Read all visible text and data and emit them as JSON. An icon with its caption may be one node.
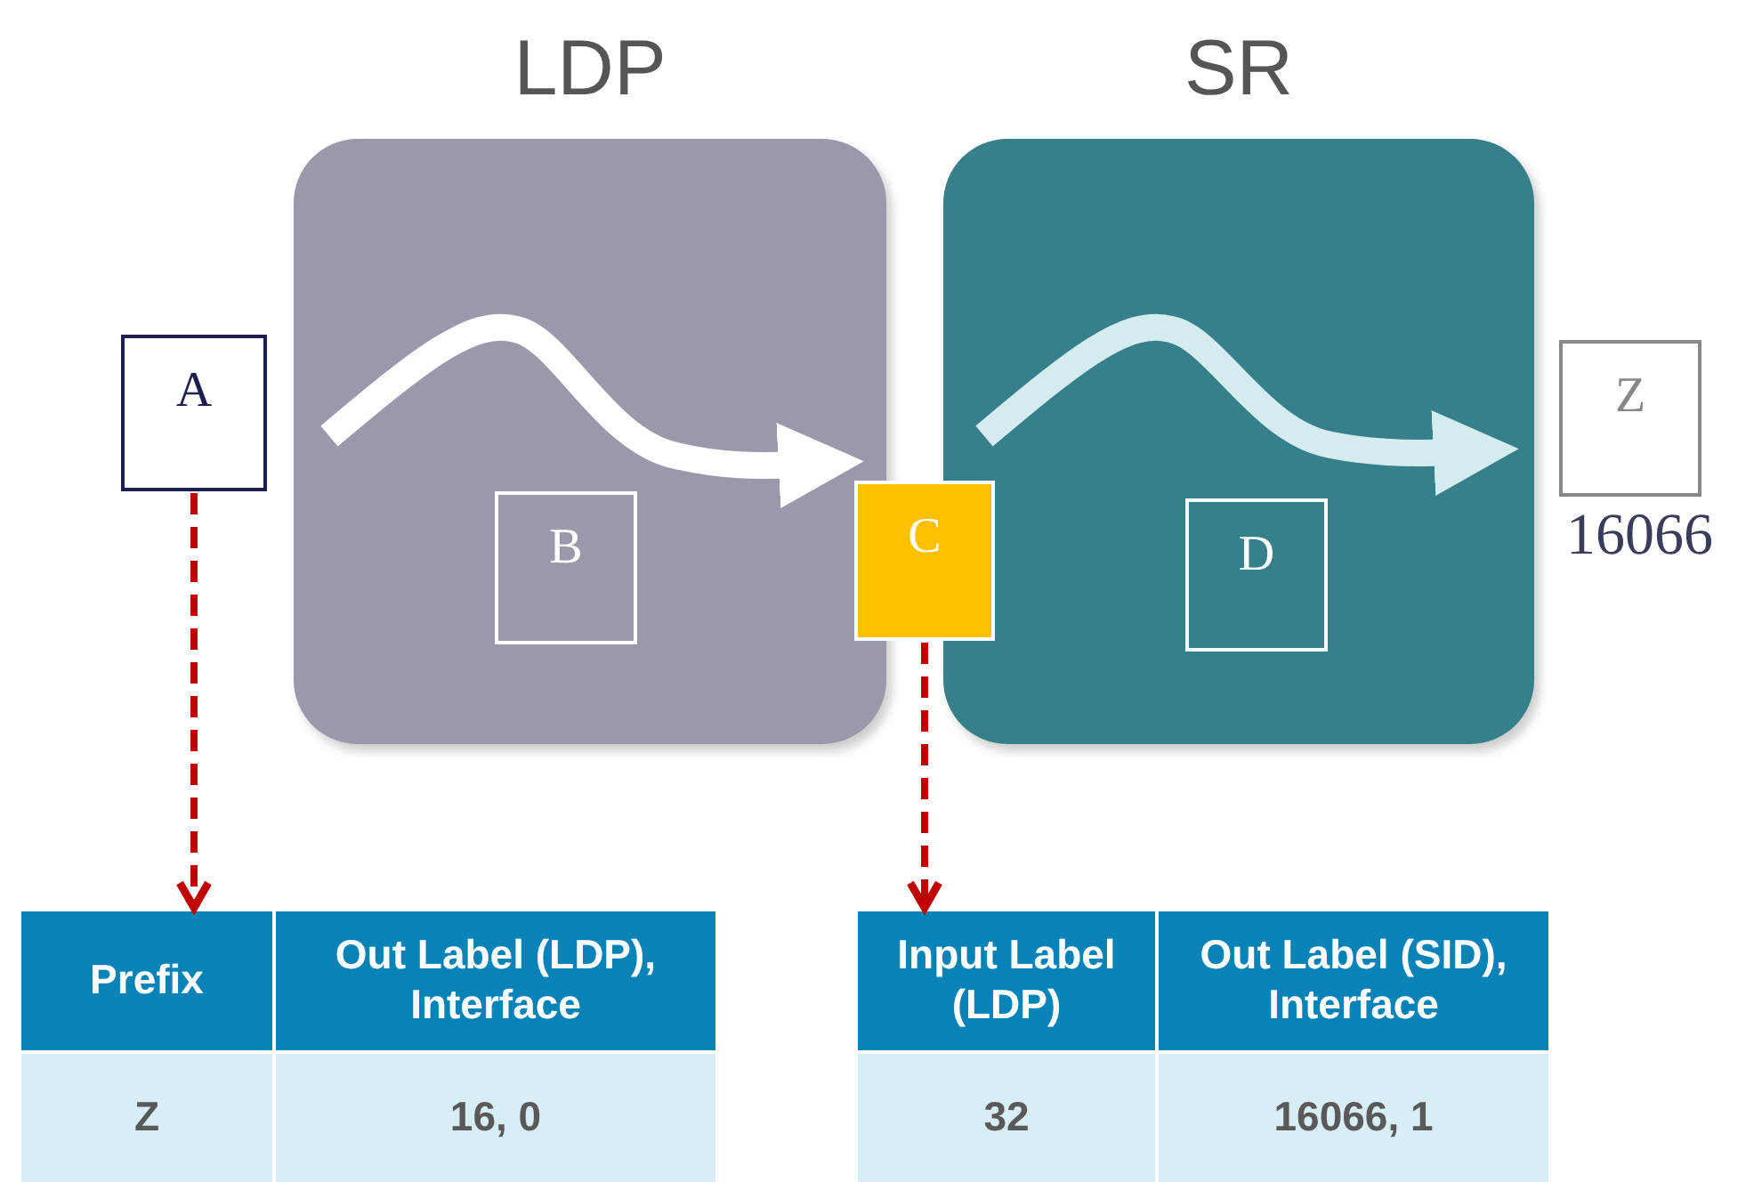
{
  "diagram": {
    "nodes": [
      {
        "text": [
          "LDP"
        ]
      },
      {
        "text": [
          "SR"
        ]
      },
      {
        "text": [
          "A"
        ]
      },
      {
        "text": [
          "B"
        ],
        "in": 0
      },
      {
        "text": [
          "C"
        ]
      },
      {
        "text": [
          "D"
        ],
        "in": 1
      },
      {
        "text": [
          "Z"
        ],
        "beside": [
          "16066"
        ]
      },
      {
        "text": [
          "Prefix",
          "Out Label (LDP), Interface",
          "Z",
          "16, 0"
        ]
      },
      {
        "text": [
          "Input Label (LDP)",
          "Out Label (SID), Interface",
          "32",
          "16066, 1"
        ]
      }
    ],
    "edges": [
      {
        "from": 2,
        "to": 7,
        "arrow": "to",
        "style": "dashed",
        "color": "#c00000"
      },
      {
        "from": 4,
        "to": 8,
        "arrow": "to",
        "style": "dashed",
        "color": "#c00000"
      }
    ]
  }
}
